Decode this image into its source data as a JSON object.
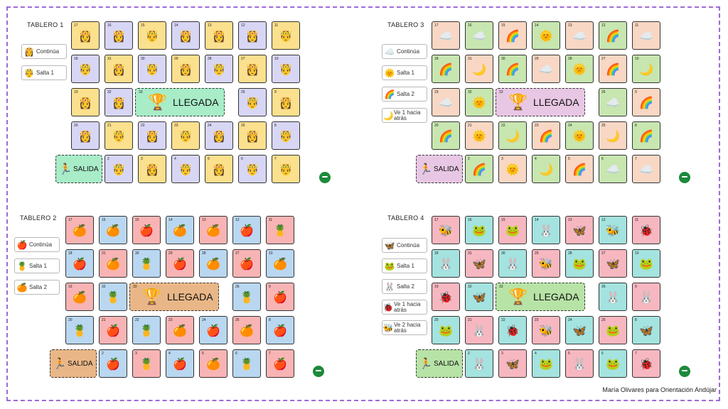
{
  "colors": {
    "frame": "#9e6ad6",
    "yellow": "#fbe08e",
    "lavender": "#d8d6f5",
    "green_b": "#c7e6b0",
    "peach": "#f8d7c4",
    "green_goal": "#a8ecc8",
    "pink_goal": "#e8c7e4",
    "red": "#f8b4b4",
    "blue": "#b9d7f0",
    "orange_goal": "#e9b787",
    "teal": "#a4e3df",
    "pink_b": "#f7b7c0",
    "green_goal4": "#b7e3a6",
    "dot": "#1c8a3a"
  },
  "credit": "María Olivares para Orientación Andújar",
  "boards": [
    {
      "title": "TABLERO 1",
      "legend": [
        {
          "icon": "princess",
          "emoji": "👸",
          "text": "Continúa"
        },
        {
          "icon": "prince",
          "emoji": "🤴",
          "text": "Salta 1"
        }
      ],
      "goal_label": "LLEGADA",
      "goal_number": "33",
      "start_label": "SALIDA",
      "goal_color": "#a8ecc8",
      "start_color": "#a8ecc8",
      "rows": [
        [
          [
            "17",
            "princess",
            "👸",
            "#fbe08e"
          ],
          [
            "16",
            "princess",
            "👸",
            "#d8d6f5"
          ],
          [
            "15",
            "prince",
            "🤴",
            "#fbe08e"
          ],
          [
            "14",
            "princess",
            "👸",
            "#d8d6f5"
          ],
          [
            "13",
            "princess",
            "👸",
            "#fbe08e"
          ],
          [
            "12",
            "princess",
            "👸",
            "#d8d6f5"
          ],
          [
            "11",
            "prince",
            "🤴",
            "#fbe08e"
          ]
        ],
        [
          [
            "18",
            "prince",
            "🤴",
            "#d8d6f5"
          ],
          [
            "31",
            "princess",
            "👸",
            "#fbe08e"
          ],
          [
            "30",
            "prince",
            "🤴",
            "#d8d6f5"
          ],
          [
            "29",
            "princess",
            "👸",
            "#fbe08e"
          ],
          [
            "28",
            "prince",
            "🤴",
            "#d8d6f5"
          ],
          [
            "27",
            "princess",
            "👸",
            "#fbe08e"
          ],
          [
            "10",
            "prince",
            "🤴",
            "#d8d6f5"
          ]
        ],
        [
          [
            "19",
            "princess",
            "👸",
            "#fbe08e"
          ],
          [
            "32",
            "princess",
            "👸",
            "#d8d6f5"
          ],
          null,
          null,
          null,
          [
            "26",
            "prince",
            "🤴",
            "#d8d6f5"
          ],
          [
            "9",
            "princess",
            "👸",
            "#fbe08e"
          ]
        ],
        [
          [
            "20",
            "princess",
            "👸",
            "#d8d6f5"
          ],
          [
            "21",
            "prince",
            "🤴",
            "#fbe08e"
          ],
          [
            "22",
            "princess",
            "👸",
            "#d8d6f5"
          ],
          [
            "23",
            "prince",
            "🤴",
            "#fbe08e"
          ],
          [
            "24",
            "princess",
            "👸",
            "#d8d6f5"
          ],
          [
            "25",
            "princess",
            "👸",
            "#fbe08e"
          ],
          [
            "8",
            "prince",
            "🤴",
            "#d8d6f5"
          ]
        ],
        [
          null,
          [
            "2",
            "prince",
            "🤴",
            "#d8d6f5"
          ],
          [
            "3",
            "princess",
            "👸",
            "#fbe08e"
          ],
          [
            "4",
            "prince",
            "🤴",
            "#d8d6f5"
          ],
          [
            "5",
            "princess",
            "👸",
            "#fbe08e"
          ],
          [
            "6",
            "prince",
            "🤴",
            "#d8d6f5"
          ],
          [
            "7",
            "prince",
            "🤴",
            "#fbe08e"
          ]
        ]
      ]
    },
    {
      "title": "TABLERO 3",
      "legend": [
        {
          "icon": "cloud",
          "emoji": "☁️",
          "text": "Continúa"
        },
        {
          "icon": "sun",
          "emoji": "🌞",
          "text": "Salta 1"
        },
        {
          "icon": "rainbow",
          "emoji": "🌈",
          "text": "Salta 2"
        },
        {
          "icon": "moon",
          "emoji": "🌙",
          "text": "Ve 1 hacia atrás"
        }
      ],
      "goal_label": "LLEGADA",
      "goal_number": "33",
      "start_label": "SALIDA",
      "goal_color": "#e8c7e4",
      "start_color": "#e8c7e4",
      "rows": [
        [
          [
            "17",
            "cloud",
            "☁️",
            "#f8d7c4"
          ],
          [
            "16",
            "cloud",
            "☁️",
            "#c7e6b0"
          ],
          [
            "15",
            "rainbow",
            "🌈",
            "#f8d7c4"
          ],
          [
            "14",
            "sun",
            "🌞",
            "#c7e6b0"
          ],
          [
            "13",
            "cloud",
            "☁️",
            "#f8d7c4"
          ],
          [
            "12",
            "rainbow",
            "🌈",
            "#c7e6b0"
          ],
          [
            "11",
            "cloud",
            "☁️",
            "#f8d7c4"
          ]
        ],
        [
          [
            "18",
            "rainbow",
            "🌈",
            "#c7e6b0"
          ],
          [
            "31",
            "moon",
            "🌙",
            "#f8d7c4"
          ],
          [
            "30",
            "rainbow",
            "🌈",
            "#c7e6b0"
          ],
          [
            "29",
            "cloud",
            "☁️",
            "#f8d7c4"
          ],
          [
            "28",
            "sun",
            "🌞",
            "#c7e6b0"
          ],
          [
            "27",
            "rainbow",
            "🌈",
            "#f8d7c4"
          ],
          [
            "10",
            "moon",
            "🌙",
            "#c7e6b0"
          ]
        ],
        [
          [
            "19",
            "cloud",
            "☁️",
            "#f8d7c4"
          ],
          [
            "32",
            "sun",
            "🌞",
            "#c7e6b0"
          ],
          null,
          null,
          null,
          [
            "26",
            "cloud",
            "☁️",
            "#c7e6b0"
          ],
          [
            "9",
            "rainbow",
            "🌈",
            "#f8d7c4"
          ]
        ],
        [
          [
            "20",
            "rainbow",
            "🌈",
            "#c7e6b0"
          ],
          [
            "21",
            "sun",
            "🌞",
            "#f8d7c4"
          ],
          [
            "22",
            "moon",
            "🌙",
            "#c7e6b0"
          ],
          [
            "23",
            "rainbow",
            "🌈",
            "#f8d7c4"
          ],
          [
            "24",
            "sun",
            "🌞",
            "#c7e6b0"
          ],
          [
            "25",
            "moon",
            "🌙",
            "#f8d7c4"
          ],
          [
            "8",
            "rainbow",
            "🌈",
            "#c7e6b0"
          ]
        ],
        [
          null,
          [
            "2",
            "rainbow",
            "🌈",
            "#c7e6b0"
          ],
          [
            "3",
            "sun",
            "🌞",
            "#f8d7c4"
          ],
          [
            "4",
            "moon",
            "🌙",
            "#c7e6b0"
          ],
          [
            "5",
            "rainbow",
            "🌈",
            "#f8d7c4"
          ],
          [
            "6",
            "cloud",
            "☁️",
            "#c7e6b0"
          ],
          [
            "7",
            "cloud",
            "☁️",
            "#f8d7c4"
          ]
        ]
      ]
    },
    {
      "title": "TABLERO 2",
      "legend": [
        {
          "icon": "apple",
          "emoji": "🍎",
          "text": "Continúa"
        },
        {
          "icon": "pineapple",
          "emoji": "🍍",
          "text": "Salta 1"
        },
        {
          "icon": "orange",
          "emoji": "🍊",
          "text": "Salta 2"
        }
      ],
      "goal_label": "LLEGADA",
      "goal_number": "33",
      "start_label": "SALIDA",
      "goal_color": "#e9b787",
      "start_color": "#e9b787",
      "rows": [
        [
          [
            "17",
            "orange",
            "🍊",
            "#f8b4b4"
          ],
          [
            "16",
            "orange",
            "🍊",
            "#b9d7f0"
          ],
          [
            "15",
            "apple",
            "🍎",
            "#f8b4b4"
          ],
          [
            "14",
            "orange",
            "🍊",
            "#b9d7f0"
          ],
          [
            "13",
            "orange",
            "🍊",
            "#f8b4b4"
          ],
          [
            "12",
            "apple",
            "🍎",
            "#b9d7f0"
          ],
          [
            "11",
            "pineapple",
            "🍍",
            "#f8b4b4"
          ]
        ],
        [
          [
            "18",
            "apple",
            "🍎",
            "#b9d7f0"
          ],
          [
            "31",
            "orange",
            "🍊",
            "#f8b4b4"
          ],
          [
            "30",
            "pineapple",
            "🍍",
            "#b9d7f0"
          ],
          [
            "29",
            "apple",
            "🍎",
            "#f8b4b4"
          ],
          [
            "28",
            "orange",
            "🍊",
            "#b9d7f0"
          ],
          [
            "27",
            "apple",
            "🍎",
            "#f8b4b4"
          ],
          [
            "10",
            "orange",
            "🍊",
            "#b9d7f0"
          ]
        ],
        [
          [
            "19",
            "orange",
            "🍊",
            "#f8b4b4"
          ],
          [
            "32",
            "pineapple",
            "🍍",
            "#b9d7f0"
          ],
          null,
          null,
          null,
          [
            "26",
            "pineapple",
            "🍍",
            "#b9d7f0"
          ],
          [
            "9",
            "apple",
            "🍎",
            "#f8b4b4"
          ]
        ],
        [
          [
            "20",
            "pineapple",
            "🍍",
            "#b9d7f0"
          ],
          [
            "21",
            "apple",
            "🍎",
            "#f8b4b4"
          ],
          [
            "22",
            "pineapple",
            "🍍",
            "#b9d7f0"
          ],
          [
            "23",
            "orange",
            "🍊",
            "#f8b4b4"
          ],
          [
            "24",
            "apple",
            "🍎",
            "#b9d7f0"
          ],
          [
            "25",
            "orange",
            "🍊",
            "#f8b4b4"
          ],
          [
            "8",
            "apple",
            "🍎",
            "#b9d7f0"
          ]
        ],
        [
          null,
          [
            "2",
            "apple",
            "🍎",
            "#b9d7f0"
          ],
          [
            "3",
            "pineapple",
            "🍍",
            "#f8b4b4"
          ],
          [
            "4",
            "apple",
            "🍎",
            "#b9d7f0"
          ],
          [
            "5",
            "orange",
            "🍊",
            "#f8b4b4"
          ],
          [
            "6",
            "pineapple",
            "🍍",
            "#b9d7f0"
          ],
          [
            "7",
            "apple",
            "🍎",
            "#f8b4b4"
          ]
        ]
      ]
    },
    {
      "title": "TABLERO 4",
      "legend": [
        {
          "icon": "butterfly",
          "emoji": "🦋",
          "text": "Continúa"
        },
        {
          "icon": "frog",
          "emoji": "🐸",
          "text": "Salta 1"
        },
        {
          "icon": "rabbit",
          "emoji": "🐰",
          "text": "Salta 2"
        },
        {
          "icon": "ladybug",
          "emoji": "🐞",
          "text": "Ve 1 hacia atrás"
        },
        {
          "icon": "bee",
          "emoji": "🐝",
          "text": "Ve 2 hacia atrás"
        }
      ],
      "goal_label": "LLEGADA",
      "goal_number": "33",
      "start_label": "SALIDA",
      "goal_color": "#b7e3a6",
      "start_color": "#b7e3a6",
      "rows": [
        [
          [
            "17",
            "bee",
            "🐝",
            "#f7b7c0"
          ],
          [
            "16",
            "frog",
            "🐸",
            "#a4e3df"
          ],
          [
            "15",
            "frog",
            "🐸",
            "#f7b7c0"
          ],
          [
            "14",
            "rabbit",
            "🐰",
            "#a4e3df"
          ],
          [
            "13",
            "butterfly",
            "🦋",
            "#f7b7c0"
          ],
          [
            "12",
            "bee",
            "🐝",
            "#a4e3df"
          ],
          [
            "11",
            "ladybug",
            "🐞",
            "#f7b7c0"
          ]
        ],
        [
          [
            "18",
            "rabbit",
            "🐰",
            "#a4e3df"
          ],
          [
            "31",
            "butterfly",
            "🦋",
            "#f7b7c0"
          ],
          [
            "30",
            "rabbit",
            "🐰",
            "#a4e3df"
          ],
          [
            "29",
            "bee",
            "🐝",
            "#f7b7c0"
          ],
          [
            "28",
            "frog",
            "🐸",
            "#a4e3df"
          ],
          [
            "27",
            "butterfly",
            "🦋",
            "#f7b7c0"
          ],
          [
            "10",
            "frog",
            "🐸",
            "#a4e3df"
          ]
        ],
        [
          [
            "19",
            "ladybug",
            "🐞",
            "#f7b7c0"
          ],
          [
            "32",
            "butterfly",
            "🦋",
            "#a4e3df"
          ],
          null,
          null,
          null,
          [
            "26",
            "rabbit",
            "🐰",
            "#a4e3df"
          ],
          [
            "9",
            "rabbit",
            "🐰",
            "#f7b7c0"
          ]
        ],
        [
          [
            "20",
            "frog",
            "🐸",
            "#a4e3df"
          ],
          [
            "21",
            "rabbit",
            "🐰",
            "#f7b7c0"
          ],
          [
            "22",
            "ladybug",
            "🐞",
            "#a4e3df"
          ],
          [
            "23",
            "bee",
            "🐝",
            "#f7b7c0"
          ],
          [
            "24",
            "butterfly",
            "🦋",
            "#a4e3df"
          ],
          [
            "25",
            "frog",
            "🐸",
            "#f7b7c0"
          ],
          [
            "8",
            "butterfly",
            "🦋",
            "#a4e3df"
          ]
        ],
        [
          null,
          [
            "2",
            "rabbit",
            "🐰",
            "#a4e3df"
          ],
          [
            "3",
            "butterfly",
            "🦋",
            "#f7b7c0"
          ],
          [
            "4",
            "frog",
            "🐸",
            "#a4e3df"
          ],
          [
            "5",
            "rabbit",
            "🐰",
            "#f7b7c0"
          ],
          [
            "6",
            "frog",
            "🐸",
            "#a4e3df"
          ],
          [
            "7",
            "ladybug",
            "🐞",
            "#f7b7c0"
          ]
        ]
      ]
    }
  ]
}
